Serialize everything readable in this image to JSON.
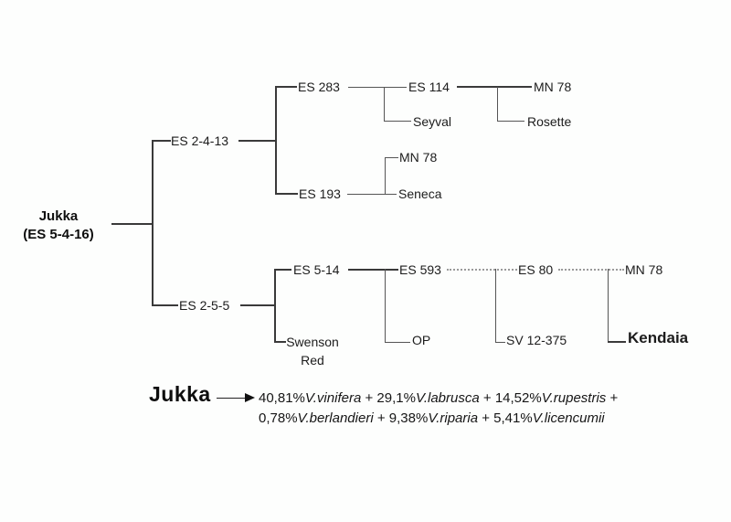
{
  "figure": {
    "root": {
      "name": "Jukka",
      "code": "(ES 5-4-16)"
    },
    "nodes": {
      "es2413": "ES 2-4-13",
      "es283": "ES 283",
      "es114": "ES 114",
      "mn78a": "MN 78",
      "seyval": "Seyval",
      "rosette": "Rosette",
      "mn78b": "MN 78",
      "es193": "ES 193",
      "seneca": "Seneca",
      "es255": "ES 2-5-5",
      "es514": "ES 5-14",
      "swenson_red": "Swenson Red",
      "es593": "ES 593",
      "op": "OP",
      "es80": "ES 80",
      "sv12375": "SV 12-375",
      "mn78c": "MN 78",
      "kendaia": "Kendaia"
    },
    "legend": {
      "title": "Jukka",
      "separator": " + ",
      "line1_trailing": " +",
      "lines": [
        [
          {
            "pct": "40,81%",
            "species": "V.vinifera"
          },
          {
            "pct": "29,1%",
            "species": "V.labrusca"
          },
          {
            "pct": "14,52%",
            "species": "V.rupestris"
          }
        ],
        [
          {
            "pct": "0,78%",
            "species": "V.berlandieri"
          },
          {
            "pct": "9,38%",
            "species": "V.riparia"
          },
          {
            "pct": "5,41%",
            "species": "V.licencumii"
          }
        ]
      ]
    }
  }
}
